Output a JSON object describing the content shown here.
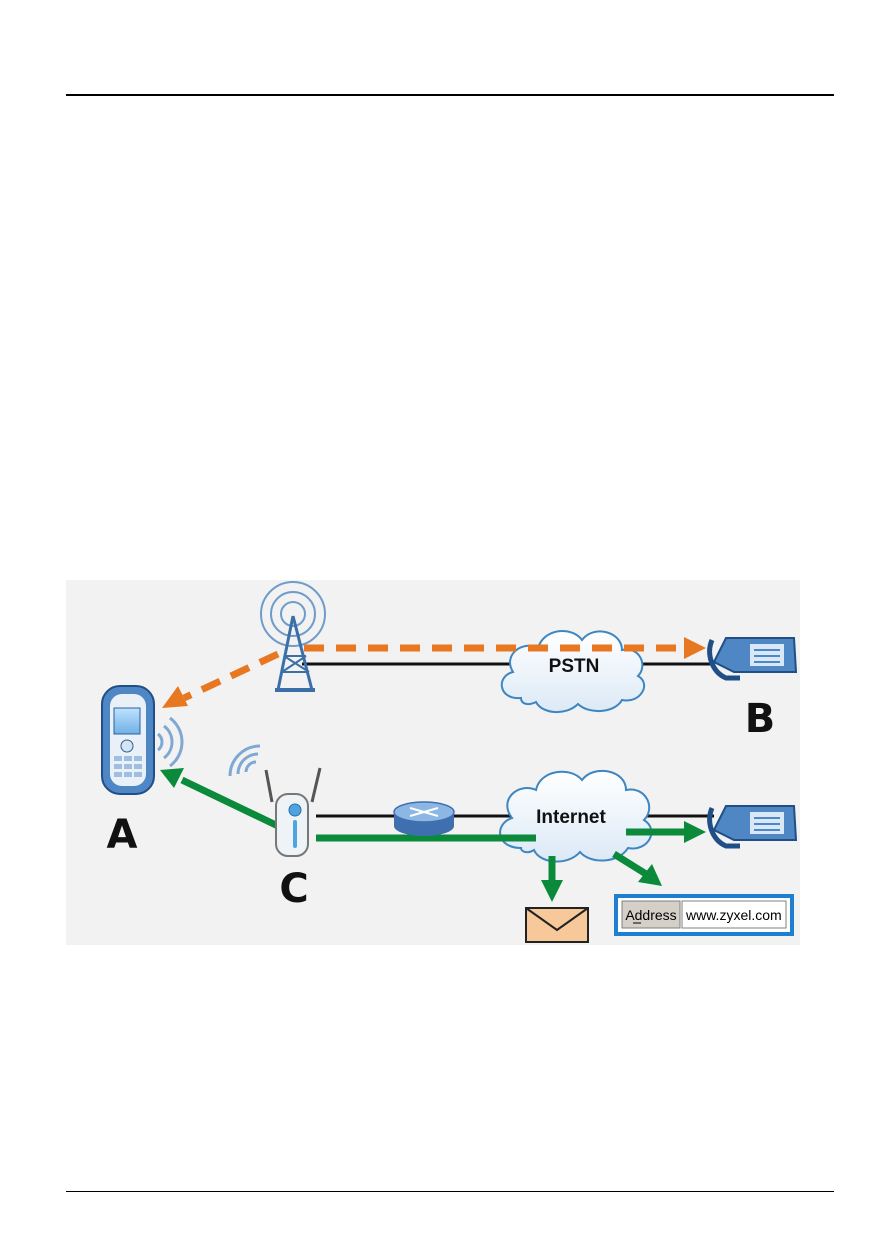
{
  "labels": {
    "a": "A",
    "b": "B",
    "c": "C"
  },
  "clouds": {
    "pstn": "PSTN",
    "internet": "Internet"
  },
  "address_bar": {
    "label": "Address",
    "url": "www.zyxel.com"
  },
  "colors": {
    "cellular_path": "#E87722",
    "wifi_path": "#0A8A3A",
    "cloud_outline": "#3D86C2",
    "address_border": "#1E7FD0",
    "envelope": "#F6C89A",
    "device_blue": "#5A8FC8"
  }
}
